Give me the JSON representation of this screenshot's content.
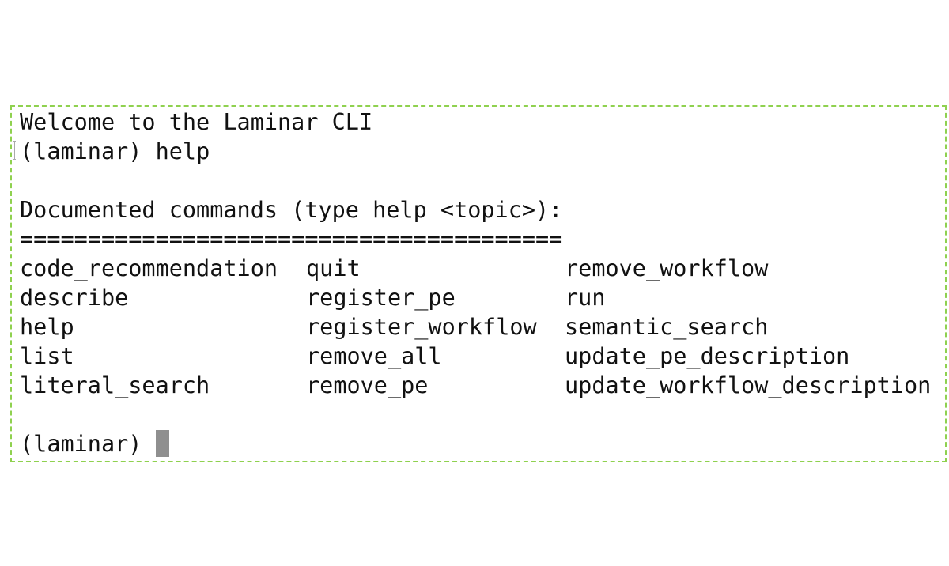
{
  "terminal": {
    "welcome": "Welcome to the Laminar CLI",
    "prompt": "(laminar)",
    "command": "help",
    "header": "Documented commands (type help <topic>):",
    "separator": "========================================",
    "commands": [
      [
        "code_recommendation",
        "quit",
        "remove_workflow"
      ],
      [
        "describe",
        "register_pe",
        "run"
      ],
      [
        "help",
        "register_workflow",
        "semantic_search"
      ],
      [
        "list",
        "remove_all",
        "update_pe_description"
      ],
      [
        "literal_search",
        "remove_pe",
        "update_workflow_description"
      ]
    ],
    "border_color": "#8fd14f",
    "cursor_color": "#8f8f8f"
  }
}
